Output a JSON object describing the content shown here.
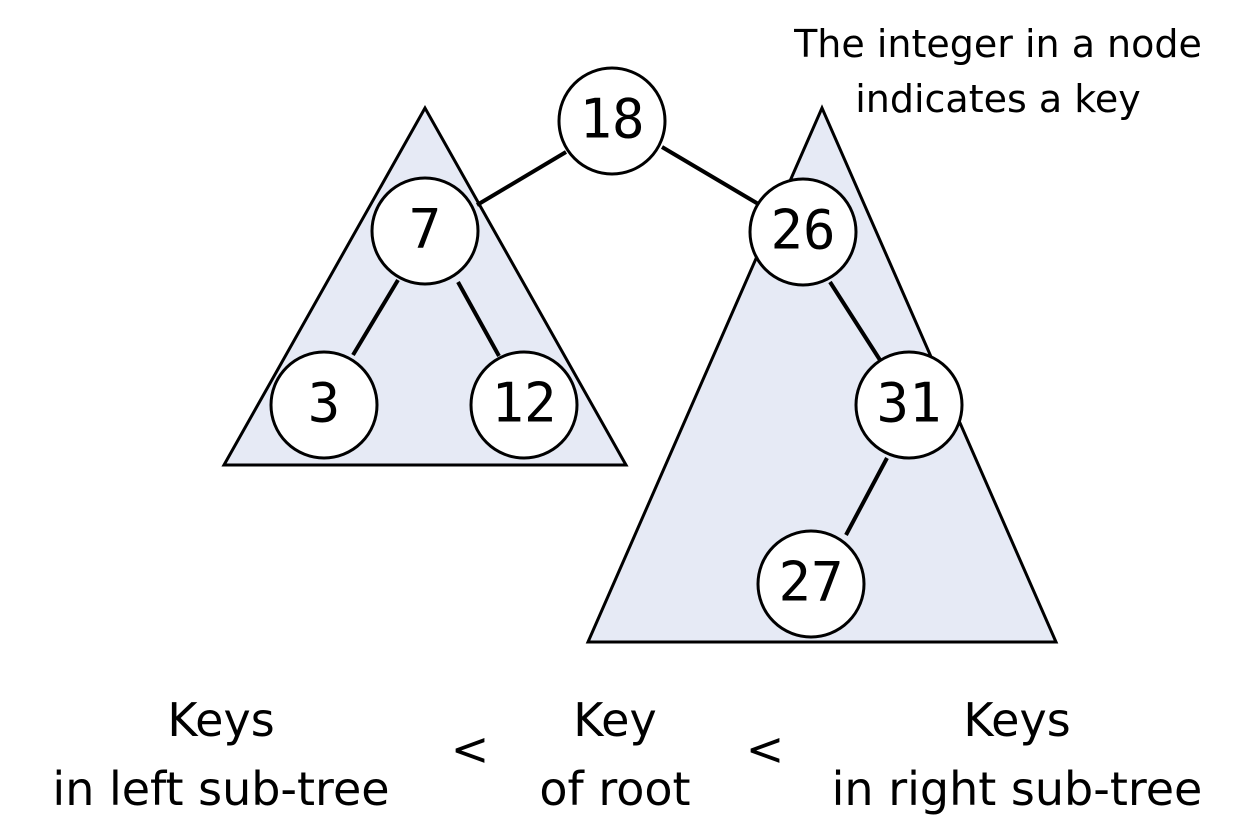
{
  "note": {
    "line1": "The integer in a node",
    "line2": "indicates a key"
  },
  "nodes": {
    "root": "18",
    "n7": "7",
    "n26": "26",
    "n3": "3",
    "n12": "12",
    "n31": "31",
    "n27": "27"
  },
  "caption": {
    "left_line1": "Keys",
    "left_line2": "in left sub-tree",
    "lt1": "<",
    "mid_line1": "Key",
    "mid_line2": "of root",
    "lt2": "<",
    "right_line1": "Keys",
    "right_line2": "in right sub-tree"
  },
  "colors": {
    "subtree_fill": "#e6eaf5",
    "stroke": "#000000",
    "node_fill": "#ffffff"
  }
}
